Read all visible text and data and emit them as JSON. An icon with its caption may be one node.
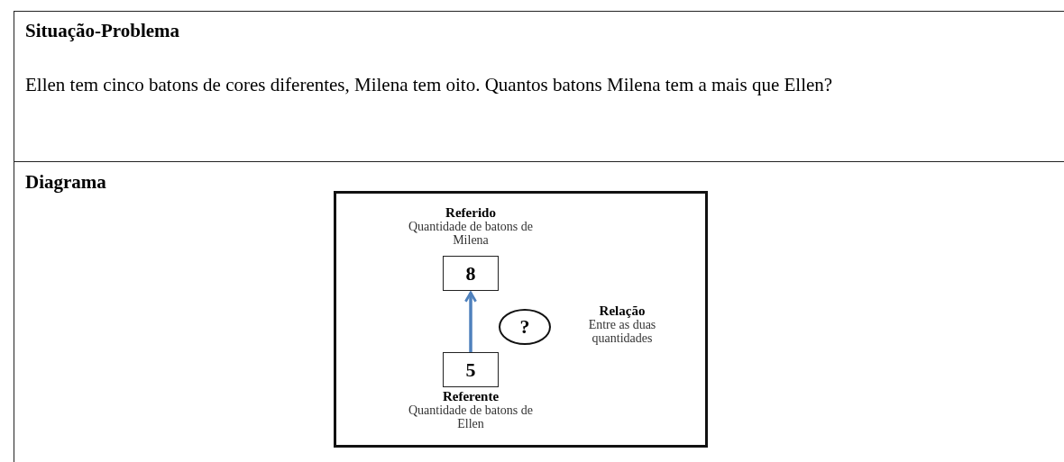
{
  "diagram": {
    "nodes": [
      {
        "text": [
          "8"
        ],
        "beside": [
          "Referido",
          "Quantidade de batons de Milena"
        ]
      },
      {
        "text": [
          "?"
        ],
        "beside": [
          "Relação",
          "Entre as duas quantidades"
        ]
      },
      {
        "text": [
          "5"
        ],
        "beside": [
          "Referente",
          "Quantidade de batons de Ellen"
        ]
      }
    ],
    "edges": [
      {
        "from": 2,
        "to": 0,
        "arrow": "to"
      }
    ],
    "labels": [
      "Situação-Problema",
      "Ellen tem cinco batons de cores diferentes, Milena tem oito. Quantos batons Milena tem a mais que Ellen?",
      "Diagrama"
    ]
  }
}
